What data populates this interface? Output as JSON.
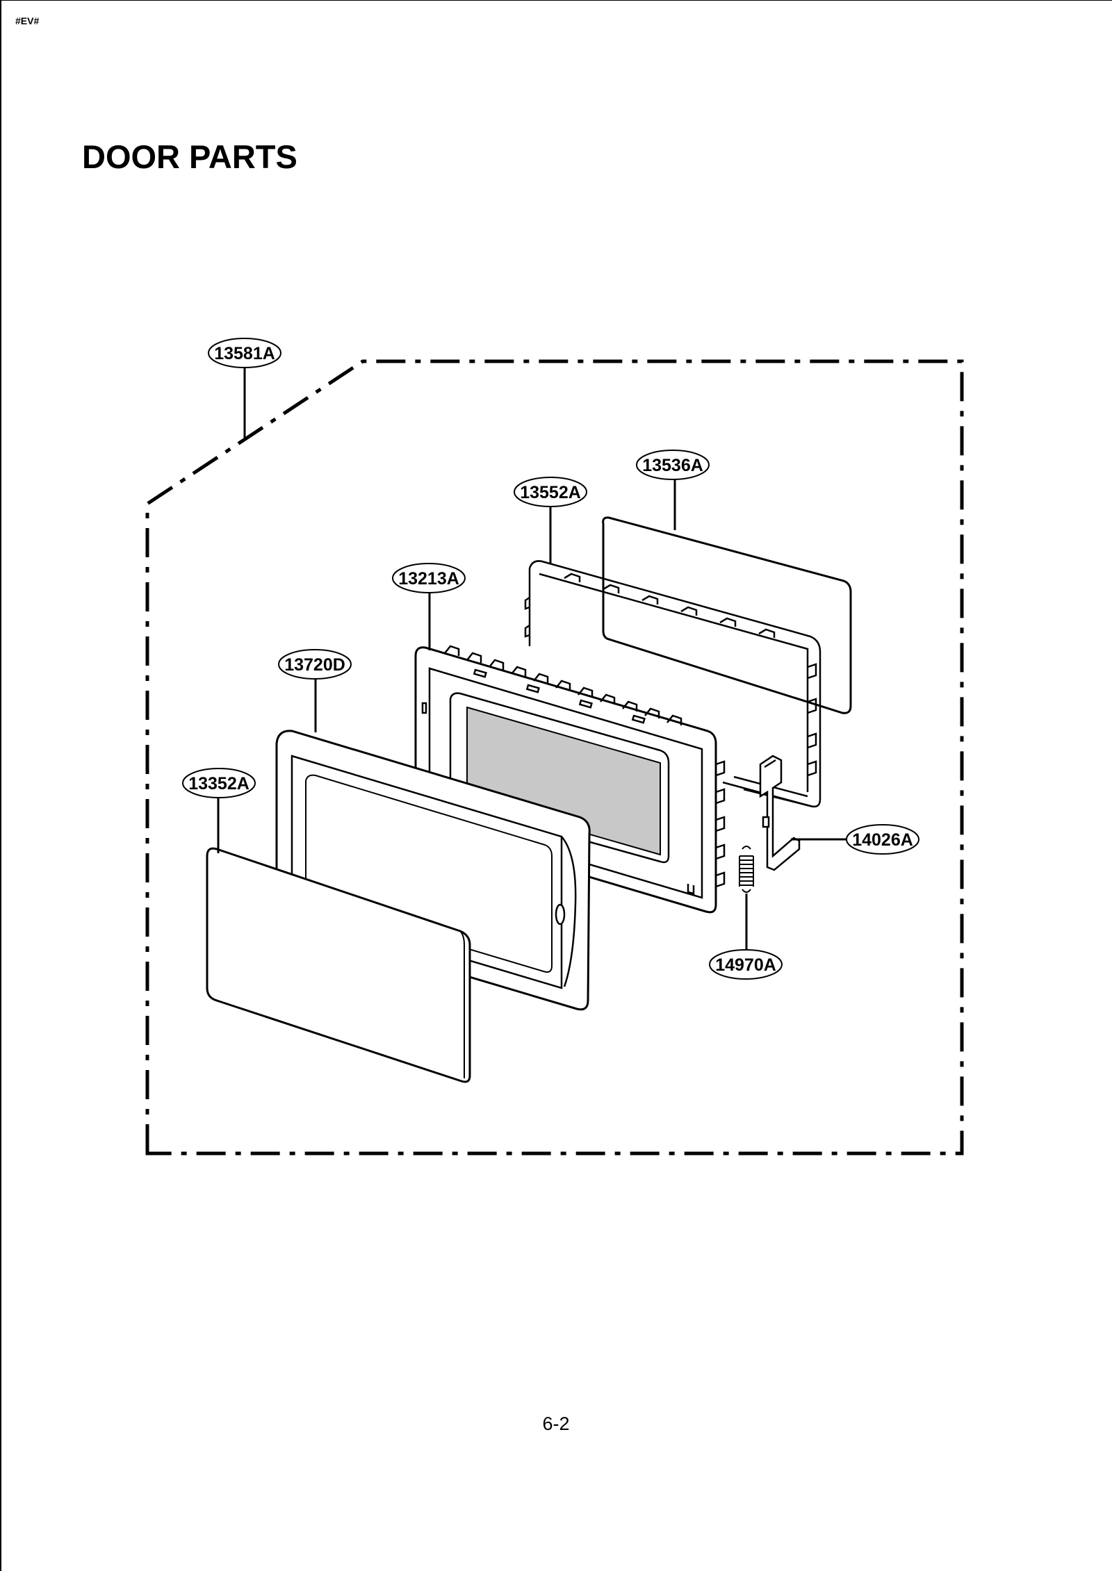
{
  "header": {
    "doc_code": "#EV#",
    "title": "DOOR PARTS"
  },
  "callouts": [
    {
      "id": "assembly",
      "label": "13581A"
    },
    {
      "id": "choke-cover",
      "label": "13536A"
    },
    {
      "id": "door-frame-rear",
      "label": "13552A"
    },
    {
      "id": "door-frame",
      "label": "13213A"
    },
    {
      "id": "door-panel",
      "label": "13720D"
    },
    {
      "id": "outer-panel",
      "label": "13352A"
    },
    {
      "id": "latch-key",
      "label": "14026A"
    },
    {
      "id": "spring",
      "label": "14970A"
    }
  ],
  "footer": {
    "page_number": "6-2"
  }
}
